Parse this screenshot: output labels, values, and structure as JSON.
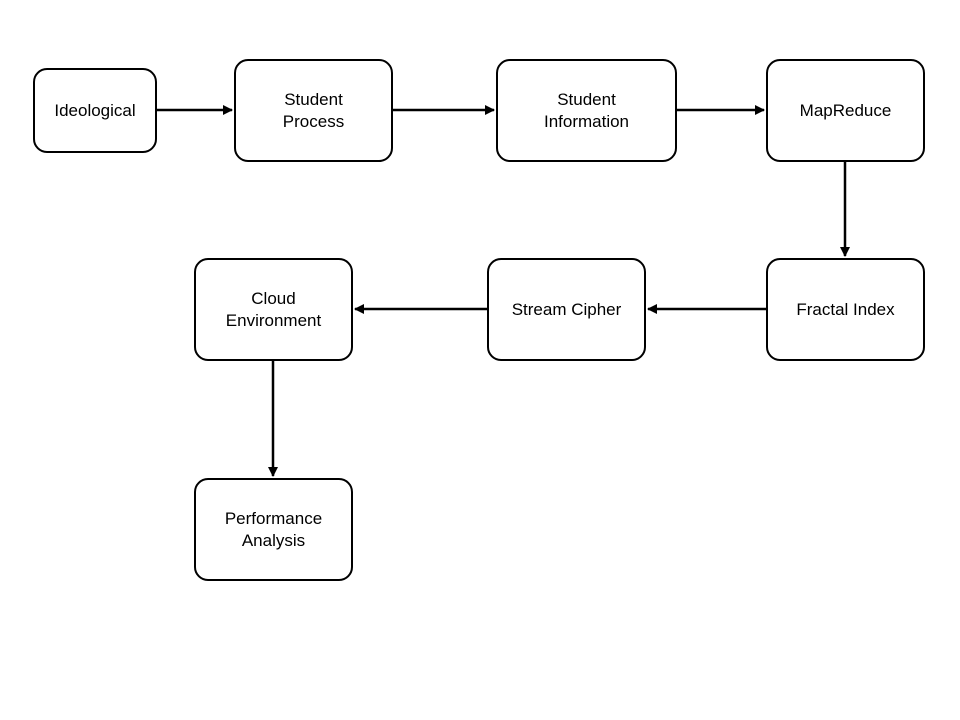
{
  "diagram": {
    "nodes": {
      "ideological": "Ideological",
      "student_process": "Student\nProcess",
      "student_information": "Student\nInformation",
      "mapreduce": "MapReduce",
      "fractal_index": "Fractal Index",
      "stream_cipher": "Stream Cipher",
      "cloud_environment": "Cloud\nEnvironment",
      "performance_analysis": "Performance\nAnalysis"
    },
    "edges": [
      {
        "from": "ideological",
        "to": "student_process"
      },
      {
        "from": "student_process",
        "to": "student_information"
      },
      {
        "from": "student_information",
        "to": "mapreduce"
      },
      {
        "from": "mapreduce",
        "to": "fractal_index"
      },
      {
        "from": "fractal_index",
        "to": "stream_cipher"
      },
      {
        "from": "stream_cipher",
        "to": "cloud_environment"
      },
      {
        "from": "cloud_environment",
        "to": "performance_analysis"
      }
    ],
    "colors": {
      "stroke": "#000000",
      "fill": "#ffffff",
      "text": "#000000"
    }
  }
}
